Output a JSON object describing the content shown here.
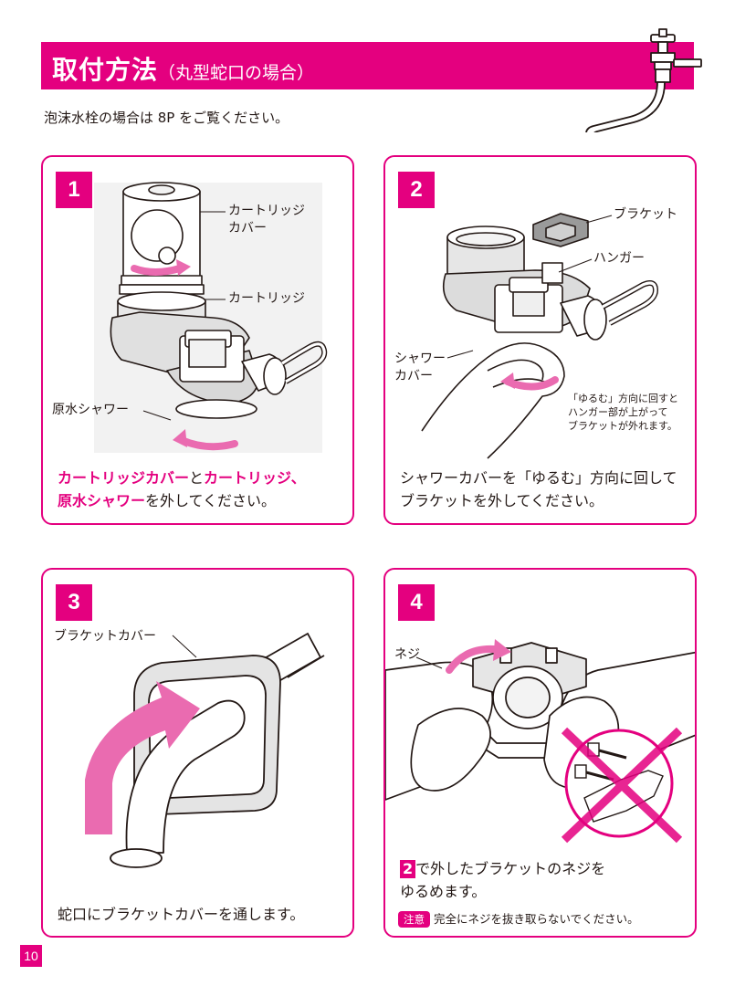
{
  "header": {
    "title_main": "取付方法",
    "title_sub": "（丸型蛇口の場合）",
    "note": "泡沫水栓の場合は 8P をご覧ください。"
  },
  "steps": [
    {
      "number": "1",
      "labels": {
        "cartridge_cover": "カートリッジ\nカバー",
        "cartridge": "カートリッジ",
        "raw_shower": "原水シャワー"
      },
      "caption": {
        "line1_a": "カートリッジカバー",
        "line1_b": "と",
        "line1_c": "カートリッジ",
        "line1_d": "、",
        "line2_a": "原水シャワー",
        "line2_b": "を外してください。"
      }
    },
    {
      "number": "2",
      "labels": {
        "bracket": "ブラケット",
        "hanger": "ハンガー",
        "shower_cover": "シャワー\nカバー",
        "hint": "「ゆるむ」方向に回すと\nハンガー部が上がって\nブラケットが外れます。"
      },
      "caption": {
        "line1": "シャワーカバーを「ゆるむ」方向に回して",
        "line2": "ブラケットを外してください。"
      }
    },
    {
      "number": "3",
      "labels": {
        "bracket_cover": "ブラケットカバー"
      },
      "caption": {
        "line1": "蛇口にブラケットカバーを通します。"
      }
    },
    {
      "number": "4",
      "labels": {
        "screw": "ネジ"
      },
      "caption": {
        "ref": "2",
        "line1": "で外したブラケットのネジを",
        "line2": "ゆるめます。"
      },
      "warning": {
        "badge": "注意",
        "text": "完全にネジを抜き取らないでください。"
      }
    }
  ],
  "page_number": "10",
  "colors": {
    "accent": "#e4007f",
    "text": "#231815",
    "arrow": "#ea6bb0"
  }
}
